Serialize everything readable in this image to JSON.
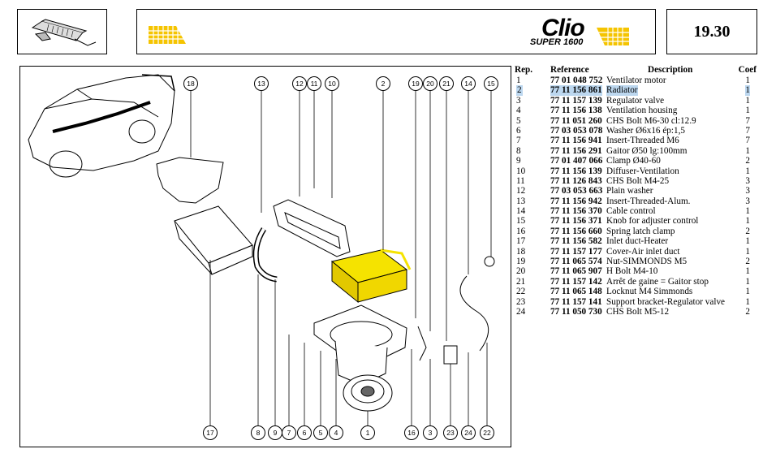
{
  "header": {
    "logo_main": "Clio",
    "logo_sub": "SUPER 1600",
    "page_number": "19.30"
  },
  "colors": {
    "accent_yellow": "#f5c400",
    "selected_row": "#bcd7ef"
  },
  "table": {
    "headers": {
      "rep": "Rep.",
      "reference": "Reference",
      "description": "Description",
      "coef": "Coef"
    },
    "selected_index": 1,
    "rows": [
      {
        "rep": "1",
        "reference": "77 01 048 752",
        "description": "Ventilator motor",
        "coef": "1"
      },
      {
        "rep": "2",
        "reference": "77 11 156 861",
        "description": "Radiator",
        "coef": "1"
      },
      {
        "rep": "3",
        "reference": "77 11 157 139",
        "description": "Regulator valve",
        "coef": "1"
      },
      {
        "rep": "4",
        "reference": "77 11 156 138",
        "description": "Ventilation housing",
        "coef": "1"
      },
      {
        "rep": "5",
        "reference": "77 11 051 260",
        "description": "CHS Bolt M6-30 cl:12.9",
        "coef": "7"
      },
      {
        "rep": "6",
        "reference": "77 03 053 078",
        "description": "Washer Ø6x16 ép:1,5",
        "coef": "7"
      },
      {
        "rep": "7",
        "reference": "77 11 156 941",
        "description": "Insert-Threaded M6",
        "coef": "7"
      },
      {
        "rep": "8",
        "reference": "77 11 156 291",
        "description": "Gaitor Ø50 lg:100mm",
        "coef": "1"
      },
      {
        "rep": "9",
        "reference": "77 01 407 066",
        "description": "Clamp Ø40-60",
        "coef": "2"
      },
      {
        "rep": "10",
        "reference": "77 11 156 139",
        "description": "Diffuser-Ventilation",
        "coef": "1"
      },
      {
        "rep": "11",
        "reference": "77 11 126 843",
        "description": "CHS Bolt M4-25",
        "coef": "3"
      },
      {
        "rep": "12",
        "reference": "77 03 053 663",
        "description": "Plain washer",
        "coef": "3"
      },
      {
        "rep": "13",
        "reference": "77 11 156 942",
        "description": "Insert-Threaded-Alum.",
        "coef": "3"
      },
      {
        "rep": "14",
        "reference": "77 11 156 370",
        "description": "Cable control",
        "coef": "1"
      },
      {
        "rep": "15",
        "reference": "77 11 156 371",
        "description": "Knob for adjuster control",
        "coef": "1"
      },
      {
        "rep": "16",
        "reference": "77 11 156 660",
        "description": "Spring latch clamp",
        "coef": "2"
      },
      {
        "rep": "17",
        "reference": "77 11 156 582",
        "description": "Inlet duct-Heater",
        "coef": "1"
      },
      {
        "rep": "18",
        "reference": "77 11 157 177",
        "description": "Cover-Air inlet duct",
        "coef": "1"
      },
      {
        "rep": "19",
        "reference": "77 11 065 574",
        "description": "Nut-SIMMONDS M5",
        "coef": "2"
      },
      {
        "rep": "20",
        "reference": "77 11 065 907",
        "description": "H Bolt M4-10",
        "coef": "1"
      },
      {
        "rep": "21",
        "reference": "77 11 157 142",
        "description": "Arrêt de gaine = Gaitor stop",
        "coef": "1"
      },
      {
        "rep": "22",
        "reference": "77 11 065 148",
        "description": "Locknut M4 Simmonds",
        "coef": "1"
      },
      {
        "rep": "23",
        "reference": "77 11 157 141",
        "description": "Support bracket-Regulator valve",
        "coef": "1"
      },
      {
        "rep": "24",
        "reference": "77 11 050 730",
        "description": "CHS Bolt M5-12",
        "coef": "2"
      }
    ]
  },
  "diagram": {
    "callouts_top": [
      "18",
      "13",
      "12",
      "11",
      "10",
      "2",
      "19",
      "20",
      "21",
      "14",
      "15"
    ],
    "callouts_bottom": [
      "17",
      "8",
      "9",
      "7",
      "6",
      "5",
      "4",
      "1",
      "16",
      "3",
      "23",
      "24",
      "22"
    ]
  }
}
